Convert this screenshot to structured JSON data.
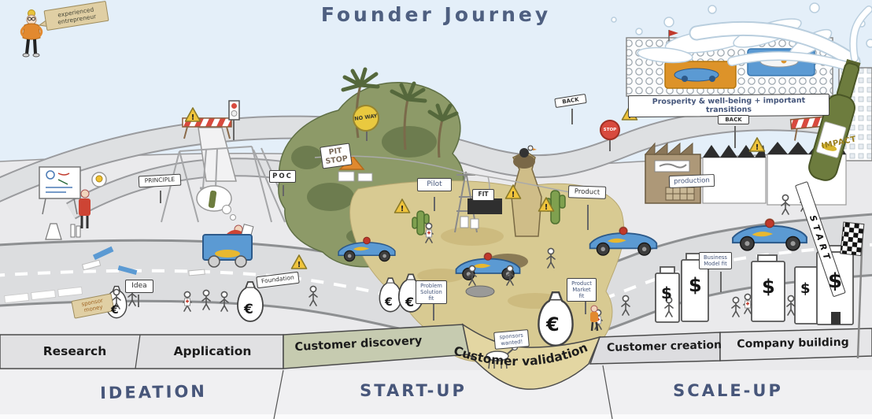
{
  "title": "Founder Journey",
  "colors": {
    "sky": "#e4eff9",
    "ground": "#eaeaec",
    "road": "#dcdddf",
    "jungle_green": "#8d9a68",
    "desert_tan": "#d8ca92",
    "label_blue": "#47567a",
    "warning_yellow": "#f0c43c",
    "stop_red": "#d84a3e",
    "bottle_green": "#6d7c3e",
    "car_blue": "#5b9ad3",
    "accent_orange": "#e2892f"
  },
  "entrepreneur": {
    "label": "experienced entrepreneur"
  },
  "celebration": {
    "banner": "Prosperity & well-being + important transitions",
    "bottle": "IMPACT"
  },
  "signs": {
    "principle": "PRINCIPLE",
    "poc": "POC",
    "pit_stop": "PIT STOP",
    "no_way": "NO WAY",
    "pilot": "Pilot",
    "fit": "FIT",
    "product": "Product",
    "stop": "STOP",
    "back": "BACK",
    "production": "production",
    "idea": "Idea",
    "foundation": "Foundation",
    "sponsor_money": "sponsor money",
    "problem_solution_fit": "Problem Solution fit",
    "product_market_fit": "Product Market fit",
    "business_model_fit": "Business Model fit",
    "sponsors_wanted": "sponsors wanted!",
    "start": "START",
    "warning": "!"
  },
  "currency": {
    "euro": "€",
    "dollar": "$"
  },
  "phases": [
    "Research",
    "Application",
    "Customer discovery",
    "Customer validation",
    "Customer creation",
    "Company building"
  ],
  "stages": [
    "IDEATION",
    "START-UP",
    "SCALE-UP"
  ]
}
